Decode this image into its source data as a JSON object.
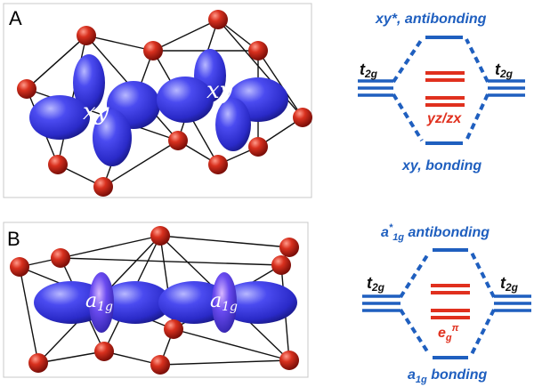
{
  "panel_a": {
    "letter": "A",
    "orbital_label_left": "xy",
    "orbital_label_right": "xy",
    "mo": {
      "top_label": "xy*, antibonding",
      "bottom_label": "xy, bonding",
      "left_level_label_main": "t",
      "left_level_label_sub": "2g",
      "right_level_label_main": "t",
      "right_level_label_sub": "2g",
      "center_label": "yz/zx"
    }
  },
  "panel_b": {
    "letter": "B",
    "orbital_label_left_main": "a",
    "orbital_label_left_sub": "1g",
    "orbital_label_right_main": "a",
    "orbital_label_right_sub": "1g",
    "mo": {
      "top_label_main": "a",
      "top_label_super": "*",
      "top_label_sub": "1g",
      "top_label_rest": " antibonding",
      "bottom_label_main": "a",
      "bottom_label_sub": "1g",
      "bottom_label_rest": " bonding",
      "left_level_label_main": "t",
      "left_level_label_sub": "2g",
      "right_level_label_main": "t",
      "right_level_label_sub": "2g",
      "center_label_main": "e",
      "center_label_sub": "g",
      "center_label_super": "π"
    }
  },
  "colors": {
    "blue_level": "#1f5fbf",
    "red_level": "#e0301e",
    "orbital_blue": "#3a3ae8",
    "atom_red": "#c8281e"
  }
}
